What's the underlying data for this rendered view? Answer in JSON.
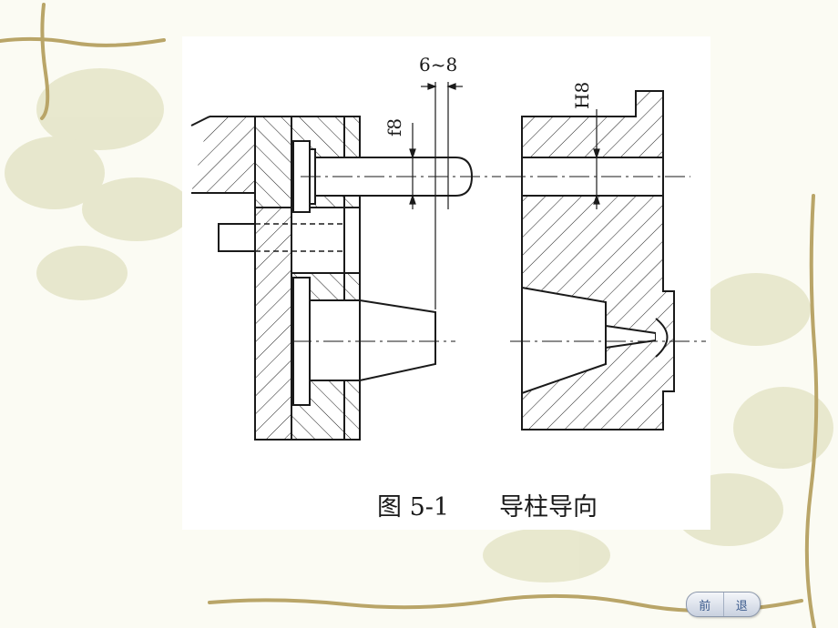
{
  "figure": {
    "caption_number": "图 5-1",
    "caption_title": "导柱导向",
    "dim_clearance": "6~8",
    "fit_pillar": "f8",
    "fit_bushing": "H8"
  },
  "navigation": {
    "prev_label": "前",
    "back_label": "退"
  },
  "colors": {
    "background": "#fbfbf3",
    "vine": "#b9a568",
    "leaf": "#dcdcb4",
    "ink": "#1a1a1a"
  }
}
